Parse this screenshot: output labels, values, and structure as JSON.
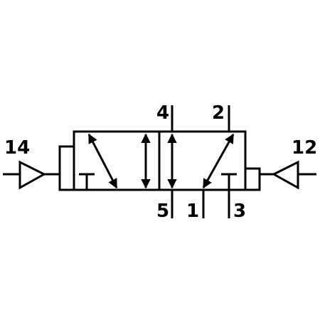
{
  "diagram": {
    "labels": {
      "pilot_left": "14",
      "pilot_right": "12",
      "port_4": "4",
      "port_2": "2",
      "port_5": "5",
      "port_1": "1",
      "port_3": "3"
    },
    "colors": {
      "stroke": "#000000",
      "background": "#ffffff"
    }
  }
}
